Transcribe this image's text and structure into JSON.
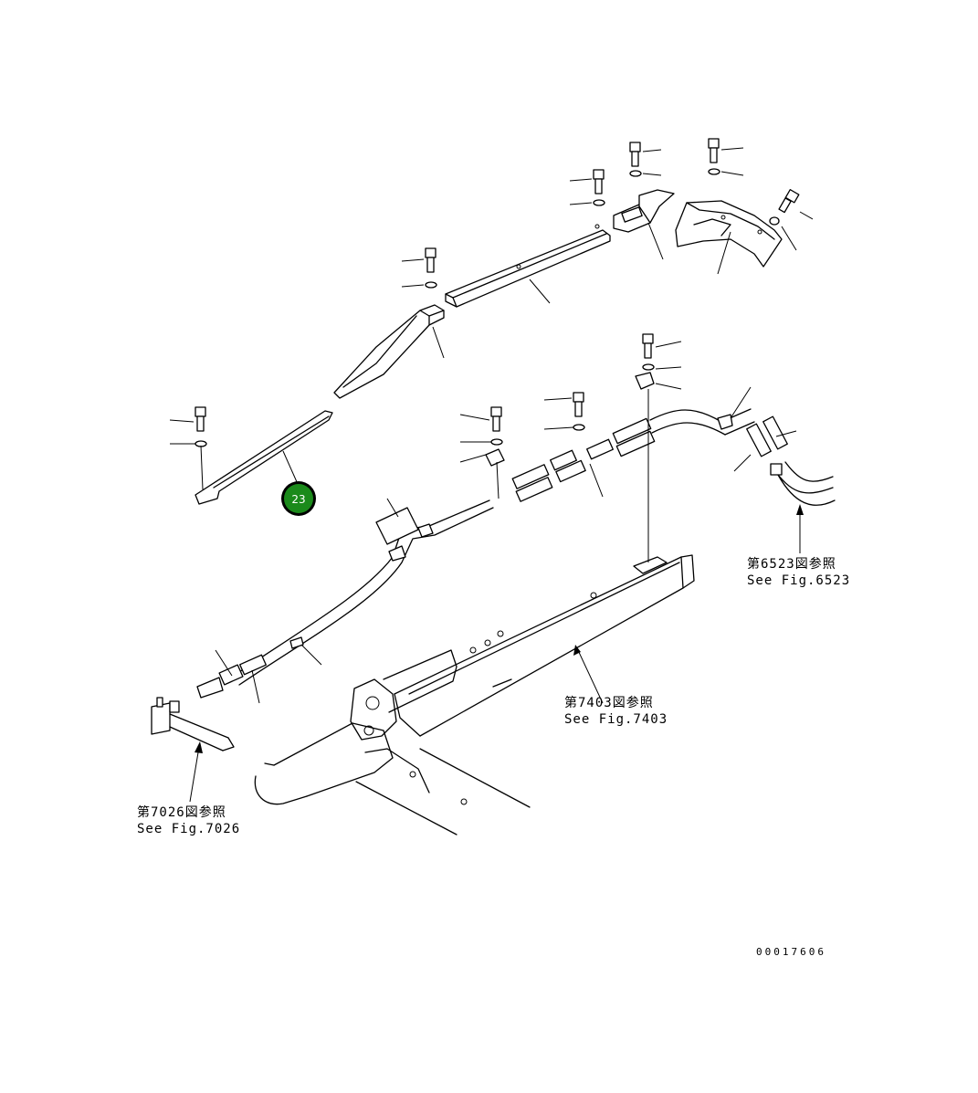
{
  "callouts": [
    {
      "label": "23",
      "color": "#1b8a1b"
    }
  ],
  "references": [
    {
      "jp": "第6523図参照",
      "en": "See Fig.6523"
    },
    {
      "jp": "第7403図参照",
      "en": "See Fig.7403"
    },
    {
      "jp": "第7026図参照",
      "en": "See Fig.7026"
    }
  ],
  "figure_number": "00017606"
}
